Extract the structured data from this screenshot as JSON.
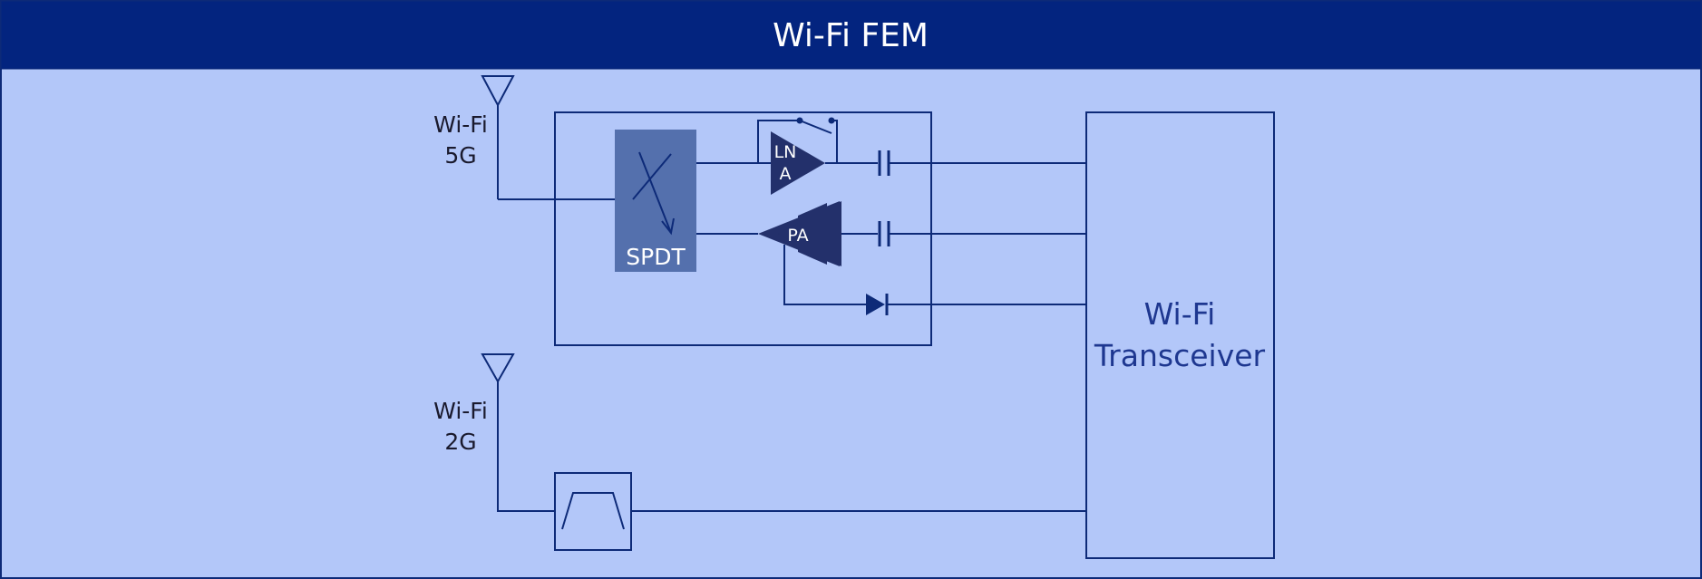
{
  "title": "Wi-Fi FEM",
  "antenna_5g": {
    "line1": "Wi-Fi",
    "line2": "5G"
  },
  "antenna_2g": {
    "line1": "Wi-Fi",
    "line2": "2G"
  },
  "switch": {
    "label": "SPDT"
  },
  "lna": {
    "line1": "LN",
    "line2": "A"
  },
  "pa": {
    "label": "PA"
  },
  "transceiver": {
    "line1": "Wi-Fi",
    "line2": "Transceiver"
  },
  "colors": {
    "header_bg": "#03247f",
    "panel_bg": "#b3c7f9",
    "line": "#0d2a78",
    "block_dark": "#23306b",
    "switch_fill": "#5470ad",
    "text_dark": "#1a1a2e",
    "text_blue": "#1e3790",
    "text_light": "#ffffff"
  },
  "icons": [
    "antenna-icon",
    "spdt-switch-icon",
    "lna-amplifier-icon",
    "pa-amplifier-icon",
    "capacitor-icon",
    "diode-icon",
    "bandpass-filter-icon",
    "bypass-switch-icon"
  ]
}
